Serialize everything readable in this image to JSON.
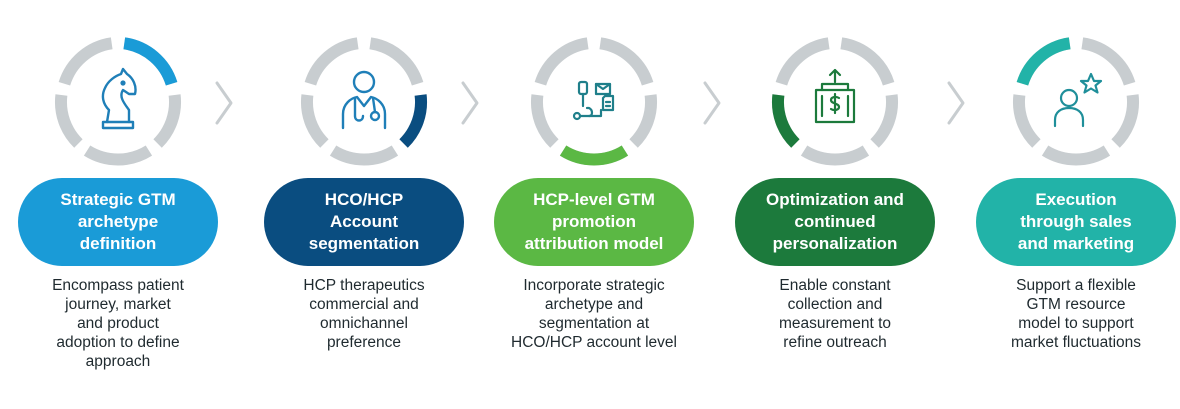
{
  "colors": {
    "ring_track": "#c8cdd0",
    "icon_stroke": "#1f7fb8",
    "icon_stroke_alt": "#1f7f8a"
  },
  "steps": [
    {
      "title": "Strategic GTM archetype definition",
      "title_lines": [
        "Strategic GTM",
        "archetype",
        "definition"
      ],
      "description": "Encompass patient journey, market and product adoption to define approach",
      "desc_lines": [
        "Encompass patient",
        "journey, market",
        "and product",
        "adoption to define",
        "approach"
      ],
      "color": "#1a9bd7",
      "icon": "chess-knight-icon"
    },
    {
      "title": "HCO/HCP Account segmentation",
      "title_lines": [
        "HCO/HCP",
        "Account",
        "segmentation"
      ],
      "description": "HCP therapeutics commercial and omnichannel preference",
      "desc_lines": [
        "HCP therapeutics",
        "commercial and",
        "omnichannel",
        "preference"
      ],
      "color": "#0a4d80",
      "icon": "doctor-icon"
    },
    {
      "title": "HCP-level GTM promotion attribution model",
      "title_lines": [
        "HCP-level GTM",
        "promotion",
        "attribution model"
      ],
      "description": "Incorporate strategic archetype and segmentation at HCO/HCP account level",
      "desc_lines": [
        "Incorporate strategic",
        "archetype and",
        "segmentation at",
        "HCO/HCP account level"
      ],
      "color": "#5bb844",
      "icon": "workflow-icon"
    },
    {
      "title": "Optimization and continued personalization",
      "title_lines": [
        "Optimization and",
        "continued",
        "personalization"
      ],
      "description": "Enable constant collection and measurement to refine outreach",
      "desc_lines": [
        "Enable constant",
        "collection and",
        "measurement to",
        "refine outreach"
      ],
      "color": "#1c7a3c",
      "icon": "bank-growth-icon"
    },
    {
      "title": "Execution through sales and marketing",
      "title_lines": [
        "Execution",
        "through sales",
        "and marketing"
      ],
      "description": "Support a flexible GTM resource model to support market fluctuations",
      "desc_lines": [
        "Support a flexible",
        "GTM resource",
        "model to support",
        "market fluctuations"
      ],
      "color": "#22b3a8",
      "icon": "person-star-icon"
    }
  ]
}
